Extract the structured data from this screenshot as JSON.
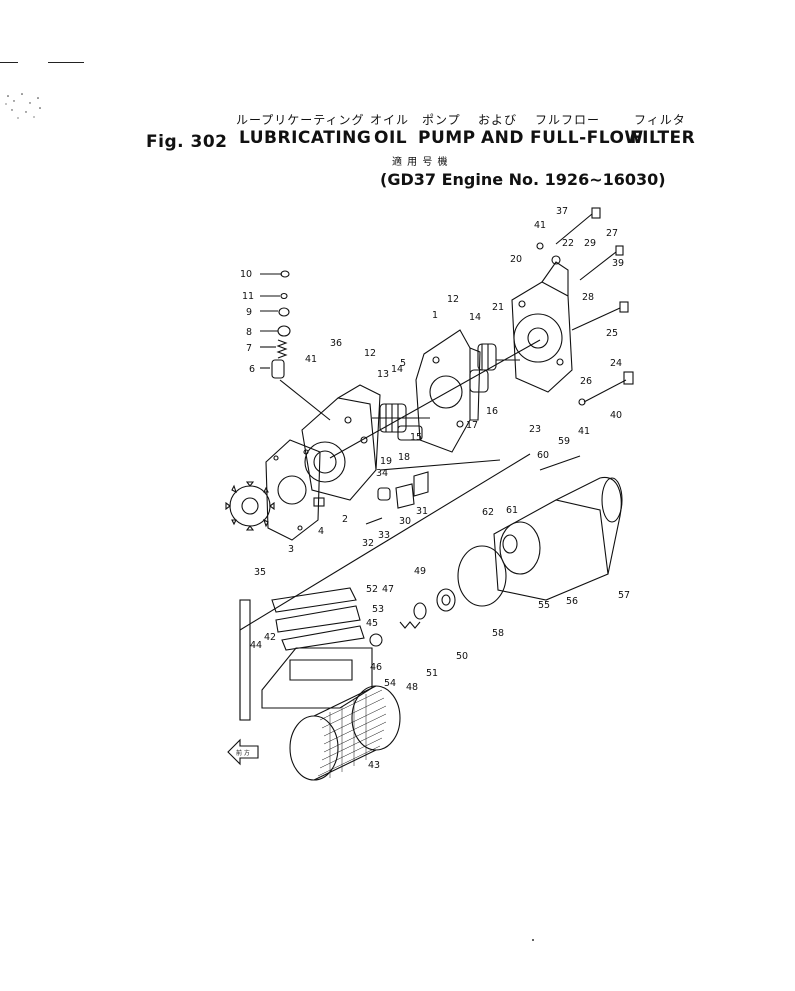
{
  "heading": {
    "fig": "Fig. 302",
    "ja_1": "ループリケーティング",
    "ja_2": "オイル",
    "ja_3": "ポンプ",
    "ja_4": "および",
    "ja_5": "フルフロー",
    "ja_6": "フィルタ",
    "en_1": "LUBRICATING",
    "en_2": "OIL",
    "en_3": "PUMP",
    "en_4": "AND",
    "en_5": "FULL-FLOW",
    "en_6": "FILTER",
    "applic_ja": "適 用 号 機",
    "applic": "(GD37 Engine No. 1926~16030)"
  },
  "front_marker": "前 方",
  "callouts": [
    "10",
    "11",
    "9",
    "8",
    "7",
    "6",
    "41",
    "36",
    "12",
    "13",
    "14",
    "5",
    "1",
    "2",
    "3",
    "4",
    "35",
    "33",
    "32",
    "34",
    "30",
    "31",
    "15",
    "16",
    "19",
    "18",
    "17",
    "21",
    "14",
    "12",
    "20",
    "41",
    "37",
    "22",
    "29",
    "27",
    "39",
    "28",
    "25",
    "26",
    "24",
    "40",
    "23",
    "60",
    "59",
    "41",
    "62",
    "61",
    "55",
    "56",
    "57",
    "58",
    "50",
    "49",
    "51",
    "48",
    "47",
    "52",
    "53",
    "45",
    "46",
    "44",
    "42",
    "54",
    "43"
  ]
}
